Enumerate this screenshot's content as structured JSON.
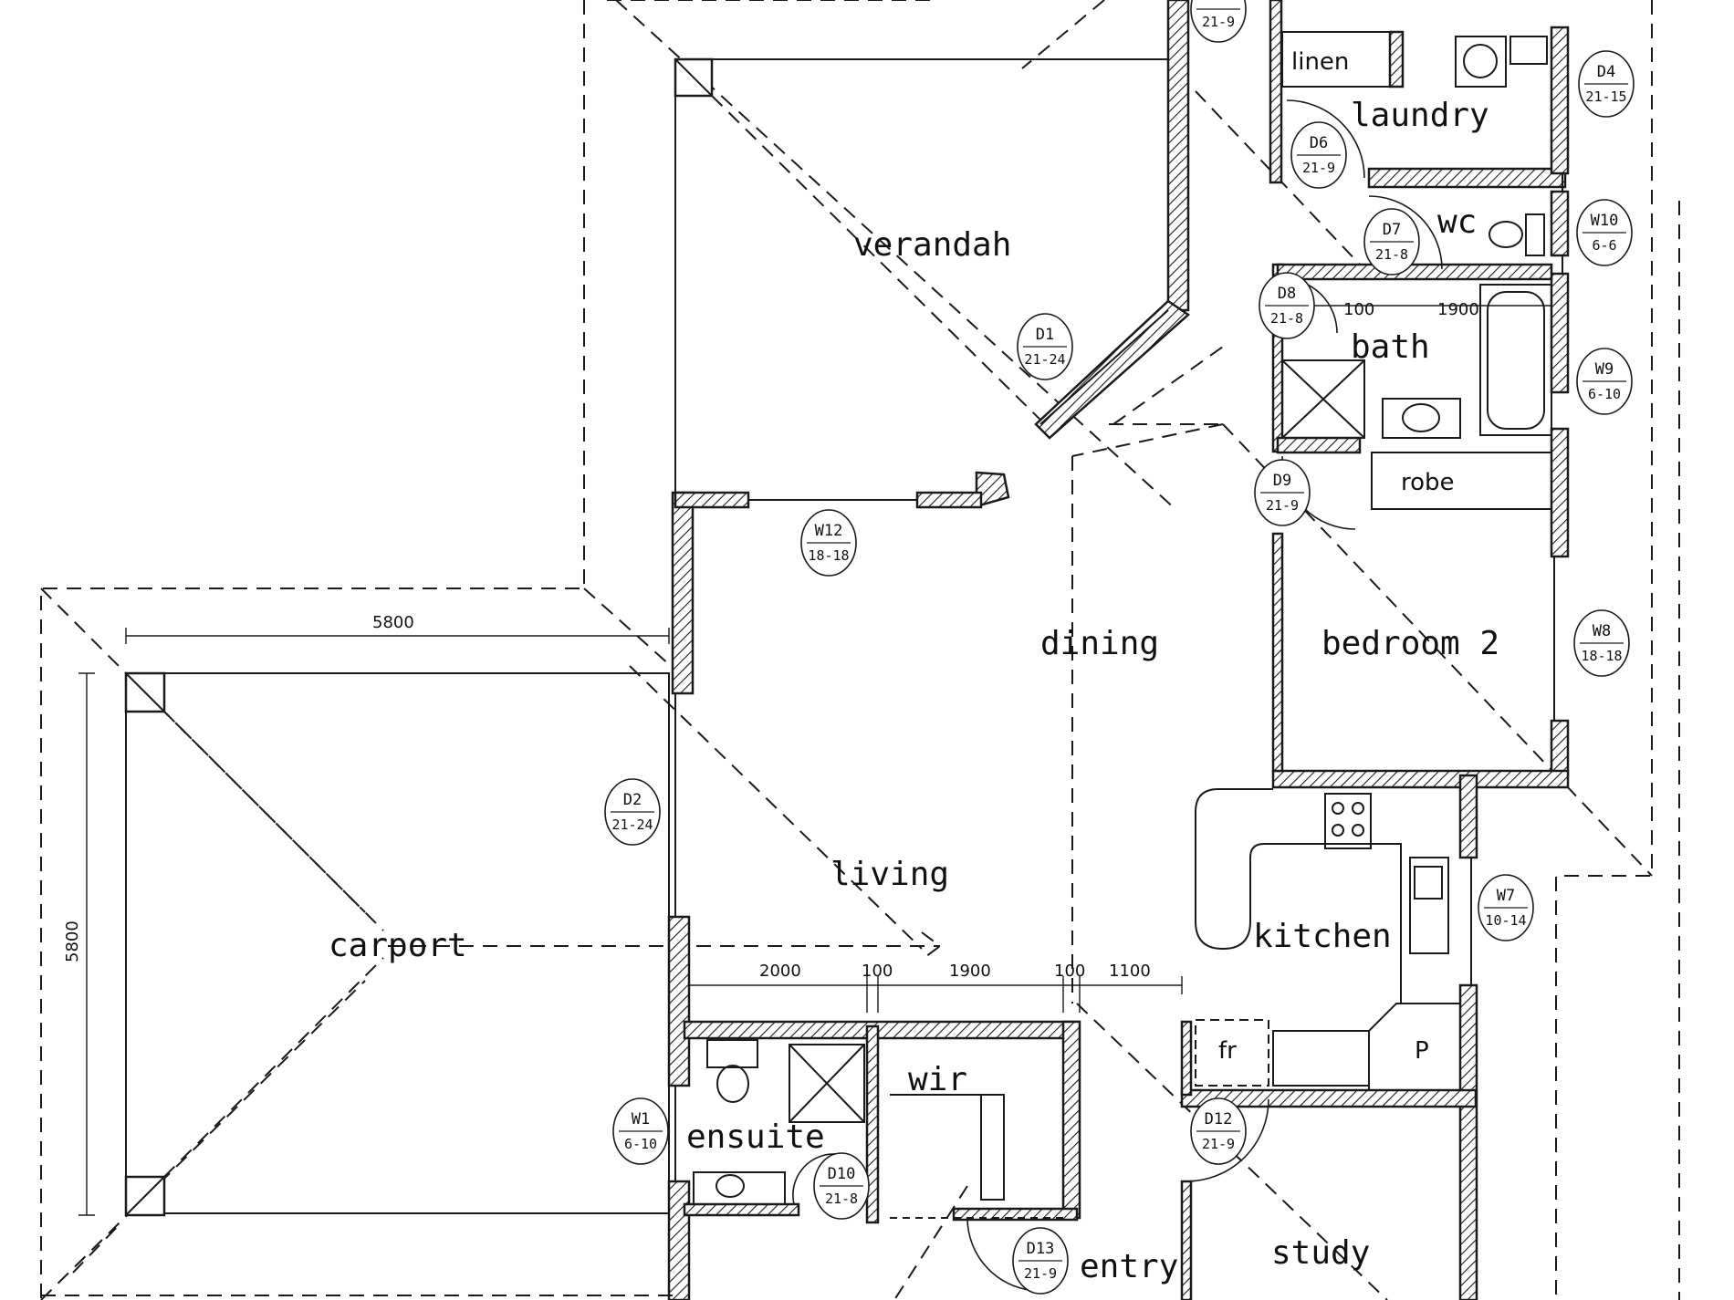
{
  "rooms": {
    "verandah": "verandah",
    "laundry": "laundry",
    "linen": "linen",
    "wc": "wc",
    "bath": "bath",
    "robe": "robe",
    "bedroom2": "bedroom 2",
    "dining": "dining",
    "living": "living",
    "carport": "carport",
    "kitchen": "kitchen",
    "ensuite": "ensuite",
    "wir": "wir",
    "entry": "entry",
    "study": "study",
    "fridge": "fr",
    "pantry": "P"
  },
  "dimensions": {
    "carport_width": "5800",
    "carport_depth": "5800",
    "ens_a": "2000",
    "ens_b": "100",
    "ens_c": "1900",
    "ens_d": "100",
    "ens_e": "1100",
    "bath_a": "100",
    "bath_b": "1900"
  },
  "tags": [
    {
      "id": "D1",
      "size": "21-24"
    },
    {
      "id": "D2",
      "size": "21-24"
    },
    {
      "id": "D4",
      "size": "21-15"
    },
    {
      "id": "D6",
      "size": "21-9"
    },
    {
      "id": "D7",
      "size": "21-8"
    },
    {
      "id": "D8",
      "size": "21-8"
    },
    {
      "id": "D9",
      "size": "21-9"
    },
    {
      "id": "D10",
      "size": "21-8"
    },
    {
      "id": "D12",
      "size": "21-9"
    },
    {
      "id": "D13",
      "size": "21-9"
    },
    {
      "id": "W1",
      "size": "6-10"
    },
    {
      "id": "W7",
      "size": "10-14"
    },
    {
      "id": "W8",
      "size": "18-18"
    },
    {
      "id": "W9",
      "size": "6-10"
    },
    {
      "id": "W10",
      "size": "6-6"
    },
    {
      "id": "W12",
      "size": "18-18"
    },
    {
      "id": "",
      "size": "21-9"
    }
  ]
}
